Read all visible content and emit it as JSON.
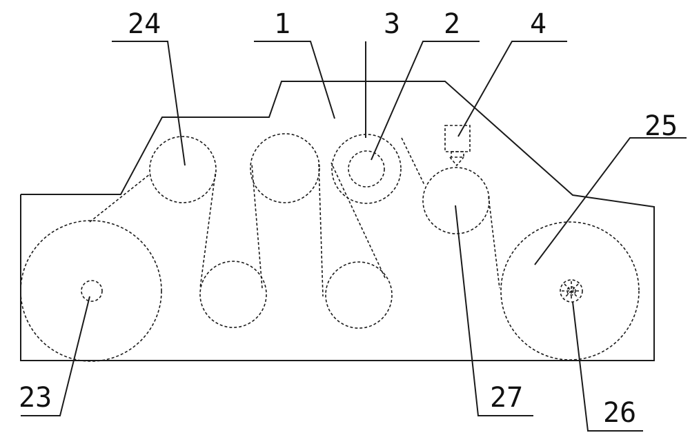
{
  "labels": {
    "l1": "1",
    "l2": "2",
    "l3": "3",
    "l4": "4",
    "l23": "23",
    "l24": "24",
    "l25": "25",
    "l26": "26",
    "l27": "27"
  },
  "colors": {
    "ink": "#1a1a1a",
    "background": "#ffffff"
  }
}
